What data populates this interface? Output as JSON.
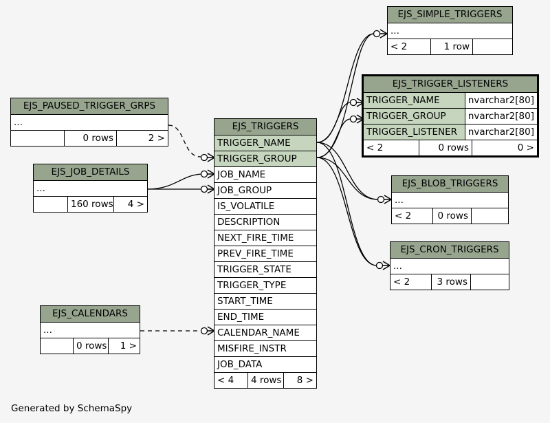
{
  "tables": {
    "ejs_simple_triggers": {
      "name": "EJS_SIMPLE_TRIGGERS",
      "ellipsis": "...",
      "foot": [
        "< 2",
        "1 row",
        ""
      ]
    },
    "ejs_trigger_listeners": {
      "name": "EJS_TRIGGER_LISTENERS",
      "columns": [
        {
          "name": "TRIGGER_NAME",
          "type": "nvarchar2[80]"
        },
        {
          "name": "TRIGGER_GROUP",
          "type": "nvarchar2[80]"
        },
        {
          "name": "TRIGGER_LISTENER",
          "type": "nvarchar2[80]"
        }
      ],
      "foot": [
        "< 2",
        "0 rows",
        "0 >"
      ]
    },
    "ejs_paused_trigger_grps": {
      "name": "EJS_PAUSED_TRIGGER_GRPS",
      "ellipsis": "...",
      "foot": [
        "",
        "0 rows",
        "2 >"
      ]
    },
    "ejs_triggers": {
      "name": "EJS_TRIGGERS",
      "columns": [
        "TRIGGER_NAME",
        "TRIGGER_GROUP",
        "JOB_NAME",
        "JOB_GROUP",
        "IS_VOLATILE",
        "DESCRIPTION",
        "NEXT_FIRE_TIME",
        "PREV_FIRE_TIME",
        "TRIGGER_STATE",
        "TRIGGER_TYPE",
        "START_TIME",
        "END_TIME",
        "CALENDAR_NAME",
        "MISFIRE_INSTR",
        "JOB_DATA"
      ],
      "foot": [
        "< 4",
        "4 rows",
        "8 >"
      ]
    },
    "ejs_job_details": {
      "name": "EJS_JOB_DETAILS",
      "ellipsis": "...",
      "foot": [
        "",
        "160 rows",
        "4 >"
      ]
    },
    "ejs_blob_triggers": {
      "name": "EJS_BLOB_TRIGGERS",
      "ellipsis": "...",
      "foot": [
        "< 2",
        "0 rows",
        ""
      ]
    },
    "ejs_cron_triggers": {
      "name": "EJS_CRON_TRIGGERS",
      "ellipsis": "...",
      "foot": [
        "< 2",
        "3 rows",
        ""
      ]
    },
    "ejs_calendars": {
      "name": "EJS_CALENDARS",
      "ellipsis": "...",
      "foot": [
        "",
        "0 rows",
        "1 >"
      ]
    }
  },
  "caption": "Generated by SchemaSpy"
}
